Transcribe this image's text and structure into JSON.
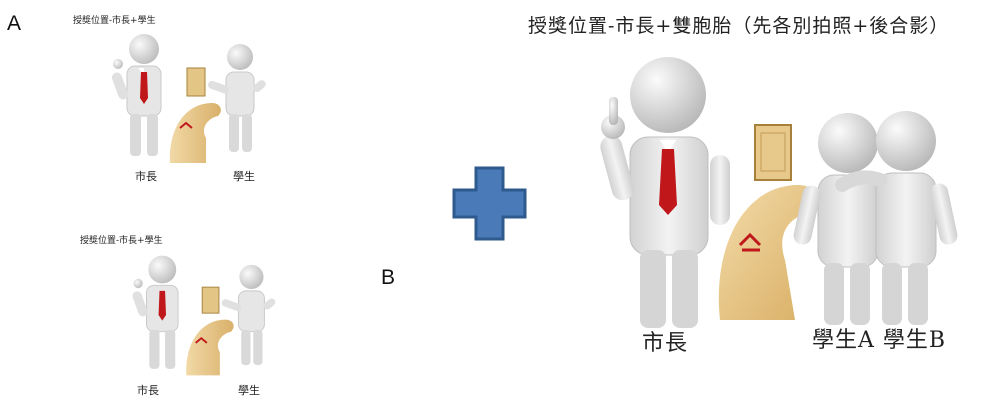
{
  "labels": {
    "a": "A",
    "b": "B"
  },
  "panel_a_top": {
    "title": "授獎位置-市長+學生",
    "left_label": "市長",
    "right_label": "學生"
  },
  "panel_a_bottom": {
    "title": "授獎位置-市長+學生",
    "left_label": "市長",
    "right_label": "學生"
  },
  "panel_b": {
    "title": "授獎位置-市長+雙胞胎（先各別拍照+後合影）",
    "left_label": "市長",
    "right_labels": "學生A 學生B"
  },
  "colors": {
    "plus_fill": "#4a7bb8",
    "plus_stroke": "#2e5a8e",
    "tie": "#c0171b",
    "wood": "#e8c98c"
  }
}
